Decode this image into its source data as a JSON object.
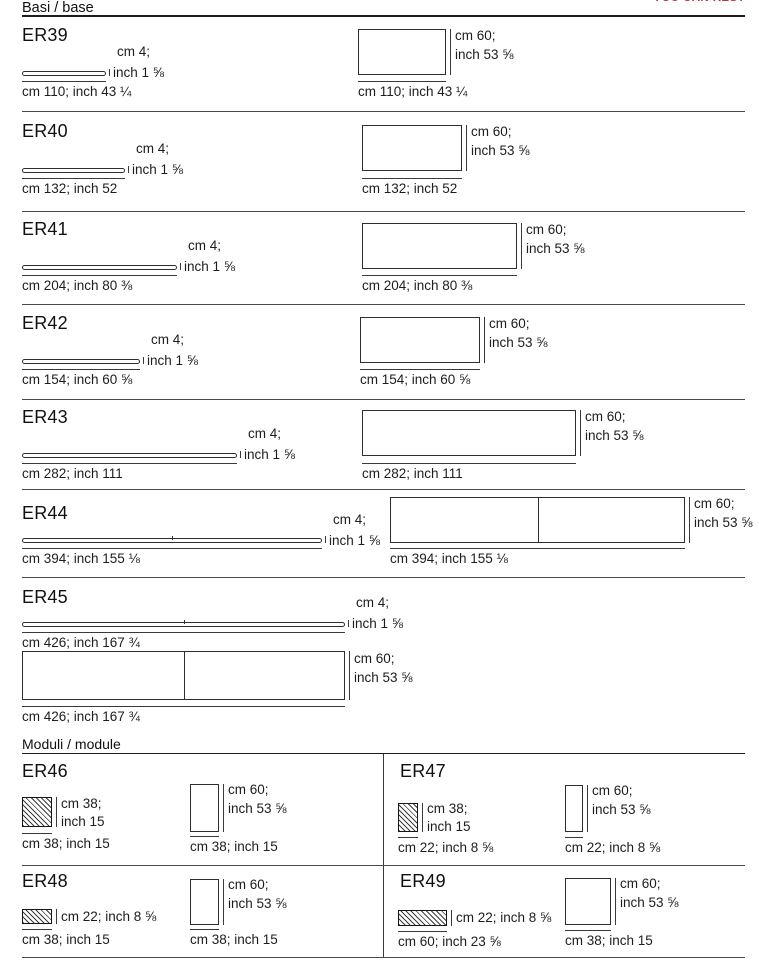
{
  "page": {
    "basi_header": "Basi / base",
    "moduli_header": "Moduli / module",
    "top_note": "YOU CAN REST",
    "note_color": "#bf3038"
  },
  "bases": [
    {
      "code": "ER39",
      "side_h_cm": "cm 4;",
      "side_h_inch": "inch 1 ⅝",
      "side_w": "cm 110; inch 43 ¼",
      "top_d_cm": "cm 60;",
      "top_d_inch": "inch 53 ⅝",
      "top_w": "cm 110; inch 43 ¼"
    },
    {
      "code": "ER40",
      "side_h_cm": "cm 4;",
      "side_h_inch": "inch 1 ⅝",
      "side_w": "cm 132; inch 52",
      "top_d_cm": "cm 60;",
      "top_d_inch": "inch 53 ⅝",
      "top_w": "cm 132; inch 52"
    },
    {
      "code": "ER41",
      "side_h_cm": "cm 4;",
      "side_h_inch": "inch 1 ⅝",
      "side_w": "cm 204; inch 80 ⅜",
      "top_d_cm": "cm 60;",
      "top_d_inch": "inch 53 ⅝",
      "top_w": "cm 204; inch 80 ⅜"
    },
    {
      "code": "ER42",
      "side_h_cm": "cm 4;",
      "side_h_inch": "inch 1 ⅝",
      "side_w": "cm 154; inch 60 ⅝",
      "top_d_cm": "cm 60;",
      "top_d_inch": "inch 53 ⅝",
      "top_w": "cm 154; inch 60 ⅝"
    },
    {
      "code": "ER43",
      "side_h_cm": "cm 4;",
      "side_h_inch": "inch 1 ⅝",
      "side_w": "cm 282; inch 111",
      "top_d_cm": "cm 60;",
      "top_d_inch": "inch 53 ⅝",
      "top_w": "cm 282; inch 111"
    },
    {
      "code": "ER44",
      "side_h_cm": "cm 4;",
      "side_h_inch": "inch 1 ⅝",
      "side_w": "cm 394; inch 155 ⅛",
      "top_d_cm": "cm 60;",
      "top_d_inch": "inch 53 ⅝",
      "top_w": "cm 394; inch 155 ⅛"
    },
    {
      "code": "ER45",
      "side_h_cm": "cm 4;",
      "side_h_inch": "inch 1 ⅝",
      "side_w": "cm 426; inch 167 ¾",
      "top_d_cm": "cm 60;",
      "top_d_inch": "inch 53 ⅝",
      "top_w": "cm 426; inch 167 ¾"
    }
  ],
  "modules": [
    {
      "code": "ER46",
      "front_h1": "cm 38;",
      "front_h2": "inch 15",
      "front_w": "cm 38; inch 15",
      "top_h1": "cm 60;",
      "top_h2": "inch 53 ⅝",
      "top_w": "cm 38; inch 15"
    },
    {
      "code": "ER47",
      "front_h1": "cm 38;",
      "front_h2": "inch 15",
      "front_w": "cm 22; inch 8 ⅝",
      "top_h1": "cm 60;",
      "top_h2": "inch 53 ⅝",
      "top_w": "cm 22; inch 8 ⅝"
    },
    {
      "code": "ER48",
      "front_h1": "cm 22; inch 8 ⅝",
      "front_w": "cm 38; inch 15",
      "top_h1": "cm 60;",
      "top_h2": "inch 53 ⅝",
      "top_w": "cm 38; inch 15"
    },
    {
      "code": "ER49",
      "front_h1": "cm 22; inch 8 ⅝",
      "front_w": "cm 60; inch 23 ⅝",
      "top_h1": "cm 60;",
      "top_h2": "inch 53 ⅝",
      "top_w": "cm 38; inch 15"
    }
  ]
}
